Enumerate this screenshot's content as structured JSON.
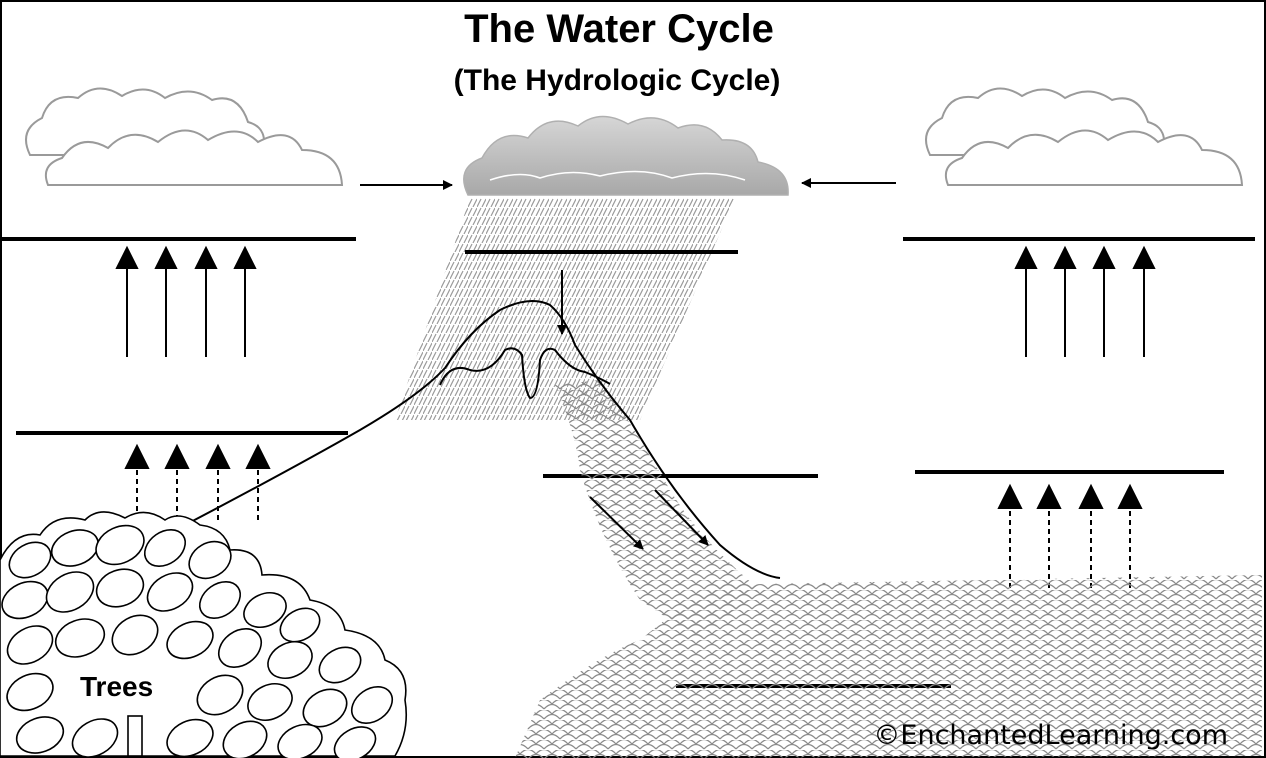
{
  "diagram": {
    "title": "The Water Cycle",
    "subtitle": "(The Hydrologic Cycle)",
    "trees_label": "Trees",
    "credit": "©EnchantedLearning.com"
  },
  "answer_blanks": [
    {
      "name": "blank-condensation"
    },
    {
      "name": "blank-evaporation-left"
    },
    {
      "name": "blank-evaporation-right"
    },
    {
      "name": "blank-transpiration"
    },
    {
      "name": "blank-runoff"
    },
    {
      "name": "blank-evaporation-ocean"
    },
    {
      "name": "blank-ocean"
    }
  ],
  "colors": {
    "ink": "#000000",
    "cloud_outline": "#9a9a9a",
    "storm_cloud": "#b8b8b8",
    "rain": "#9a9a9a",
    "water_pattern": "#8a8a8a"
  }
}
